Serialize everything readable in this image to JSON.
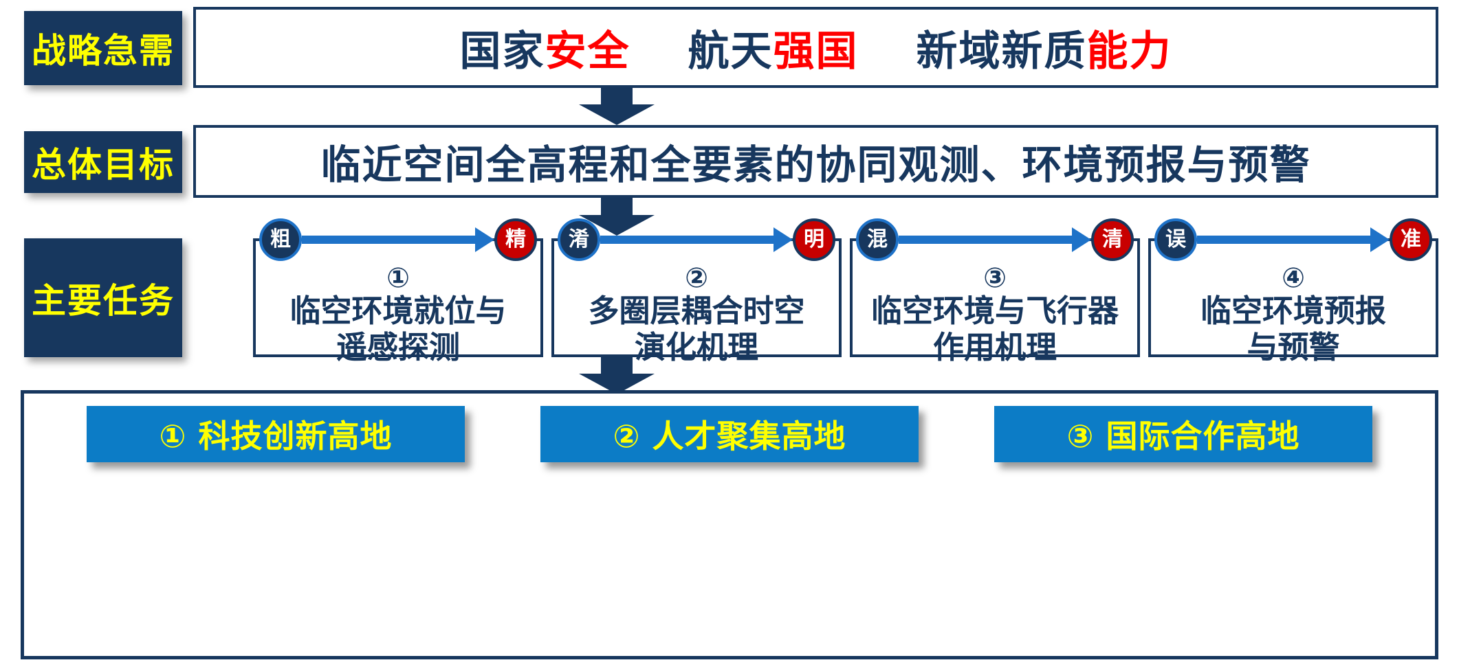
{
  "colors": {
    "navy": "#17375E",
    "red_text": "#FF0000",
    "red_circle": "#C80000",
    "arrow_blue": "#1E72C8",
    "button_blue": "#0C7CC6",
    "yellow": "#FFFF00"
  },
  "header": {
    "label": "战略急需",
    "segments": {
      "s1": "国家",
      "s2": "安全",
      "s3": "航天",
      "s4": "强国",
      "s5": "新域新质",
      "s6": "能力"
    }
  },
  "goal": {
    "label": "总体目标",
    "text": "临近空间全高程和全要素的协同观测、环境预报与预警"
  },
  "tasks": {
    "label": "主要任务",
    "items": [
      {
        "from": "粗",
        "to": "精",
        "num": "①",
        "line1": "临空环境就位与",
        "line2": "遥感探测"
      },
      {
        "from": "淆",
        "to": "明",
        "num": "②",
        "line1": "多圈层耦合时空",
        "line2": "演化机理"
      },
      {
        "from": "混",
        "to": "清",
        "num": "③",
        "line1": "临空环境与飞行器",
        "line2": "作用机理"
      },
      {
        "from": "误",
        "to": "准",
        "num": "④",
        "line1": "临空环境预报",
        "line2": "与预警"
      }
    ]
  },
  "footer": {
    "items": [
      {
        "text": "① 科技创新高地"
      },
      {
        "text": "② 人才聚集高地"
      },
      {
        "text": "③ 国际合作高地"
      }
    ]
  }
}
